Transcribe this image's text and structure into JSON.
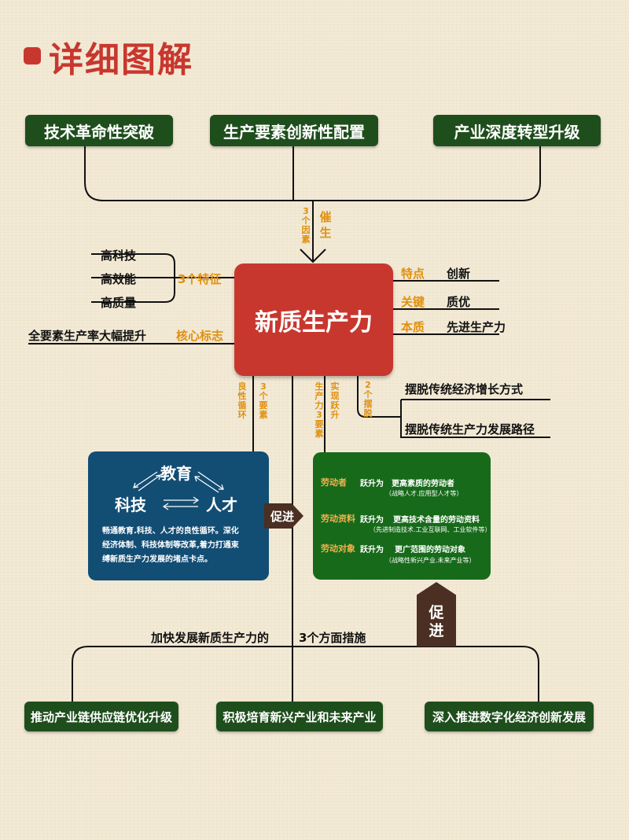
{
  "title": "详细图解",
  "top_factors": [
    "技术革命性突破",
    "生产要素创新性配置",
    "产业深度转型升级"
  ],
  "catalyze": {
    "count_label": "3个因素",
    "label": "催生"
  },
  "center": "新质生产力",
  "features": {
    "label": "3个特征",
    "items": [
      "高科技",
      "高效能",
      "高质量"
    ]
  },
  "core_marker": {
    "label": "核心标志",
    "value": "全要素生产率大幅提升"
  },
  "right_attrs": [
    {
      "key": "特点",
      "value": "创新"
    },
    {
      "key": "关键",
      "value": "质优"
    },
    {
      "key": "本质",
      "value": "先进生产力"
    }
  ],
  "breakaway": {
    "label": "2个摆脱",
    "items": [
      "摆脱传统经济增长方式",
      "摆脱传统生产力发展路径"
    ]
  },
  "vertical_labels": {
    "cycle": "良性循环",
    "three_elements_a": "3个要素",
    "productivity_three": "生产力3要素",
    "leap": "实现跃升"
  },
  "blue_panel": {
    "education": "教育",
    "tech": "科技",
    "talent": "人才",
    "description": [
      "畅通教育.科技、人才的良性循环。深化",
      "经济体制、科技体制等改革,着力打通束",
      "缚新质生产力发展的堵点卡点。"
    ]
  },
  "promote_label": "促进",
  "green_panel": {
    "rows": [
      {
        "key": "劳动者",
        "verb": "跃升为",
        "target": "更高素质的劳动者",
        "note": "（战略人才.应用型人才等）"
      },
      {
        "key": "劳动资料",
        "verb": "跃升为",
        "target": "更高技术含量的劳动资料",
        "note": "（先进制造技术.工业互联网、工业软件等）"
      },
      {
        "key": "劳动对象",
        "verb": "跃升为",
        "target": "更广范围的劳动对象",
        "note": "（战略性新兴产业.未来产业等）"
      }
    ]
  },
  "measures": {
    "heading_a": "加快发展新质生产力的",
    "heading_b": "3个方面措施",
    "items": [
      "推动产业链供应链优化升级",
      "积极培育新兴产业和未来产业",
      "深入推进数字化经济创新发展"
    ]
  },
  "colors": {
    "accent": "#c8372e",
    "green": "#1f4e1d",
    "blue": "#124d74",
    "orange": "#e0900f",
    "brown": "#4a2f22"
  }
}
